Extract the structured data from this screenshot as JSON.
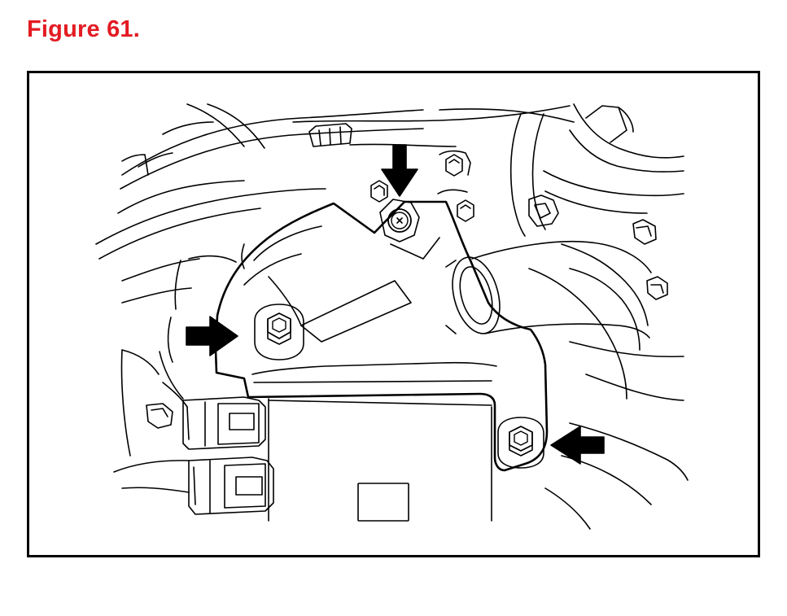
{
  "caption": {
    "text": "Figure 61.",
    "color": "#e31b23"
  },
  "illustration": {
    "line_color": "#000000",
    "fill_color": "#ffffff",
    "callout_color": "#000000",
    "bolt_count": 3,
    "callout_arrow_count": 3
  }
}
